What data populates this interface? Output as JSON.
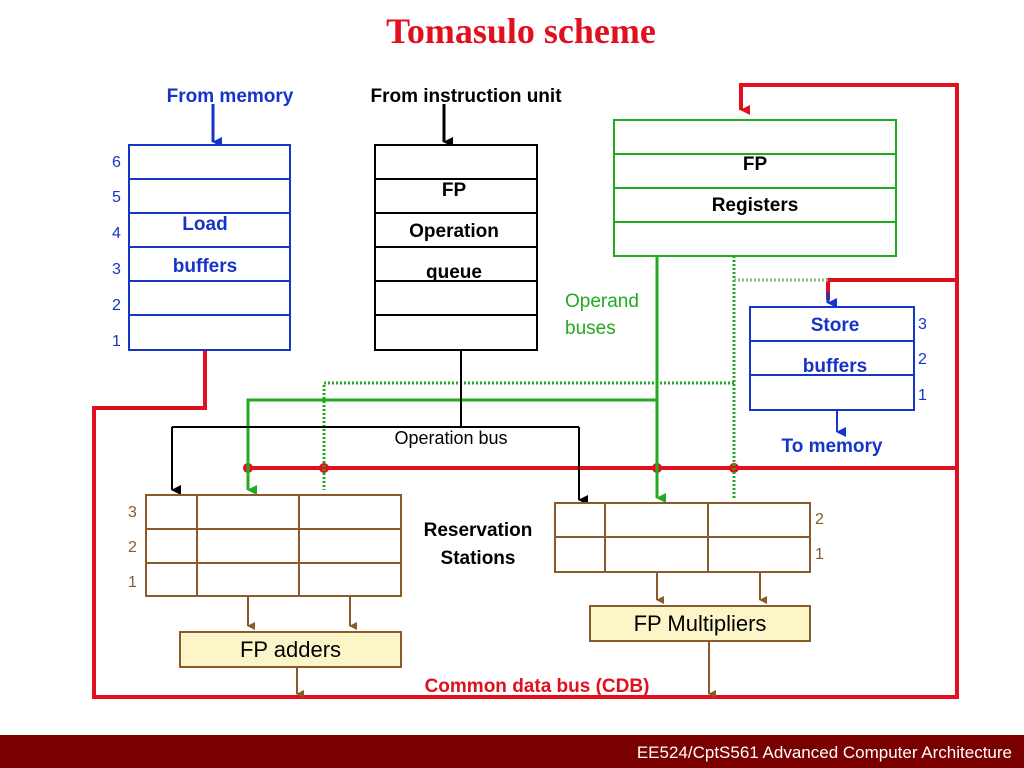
{
  "title": "Tomasulo scheme",
  "colors": {
    "title": "#e0101e",
    "blue": "#1634c8",
    "green": "#22aa22",
    "red_cdb": "#e0101e",
    "brown": "#8b5a2b",
    "unit_fill": "#fbf5c8",
    "footer_bg": "#7a0000"
  },
  "load_buffers": {
    "input_label": "From memory",
    "line1": "Load",
    "line2": "buffers",
    "numbers": [
      "6",
      "5",
      "4",
      "3",
      "2",
      "1"
    ]
  },
  "op_queue": {
    "input_label": "From instruction unit",
    "line1": "FP",
    "line2": "Operation",
    "line3": "queue"
  },
  "fp_registers": {
    "line1": "FP",
    "line2": "Registers"
  },
  "store_buffers": {
    "line1": "Store",
    "line2": "buffers",
    "numbers": [
      "3",
      "2",
      "1"
    ],
    "output_label": "To memory"
  },
  "labels": {
    "operand_buses_1": "Operand",
    "operand_buses_2": "buses",
    "operation_bus": "Operation bus",
    "rs_1": "Reservation",
    "rs_2": "Stations",
    "cdb": "Common data bus (CDB)"
  },
  "adder_rs": {
    "numbers": [
      "3",
      "2",
      "1"
    ]
  },
  "mult_rs": {
    "numbers": [
      "2",
      "1"
    ]
  },
  "fp_adders": "FP adders",
  "fp_multipliers": "FP Multipliers",
  "footer": "EE524/CptS561 Advanced Computer Architecture"
}
